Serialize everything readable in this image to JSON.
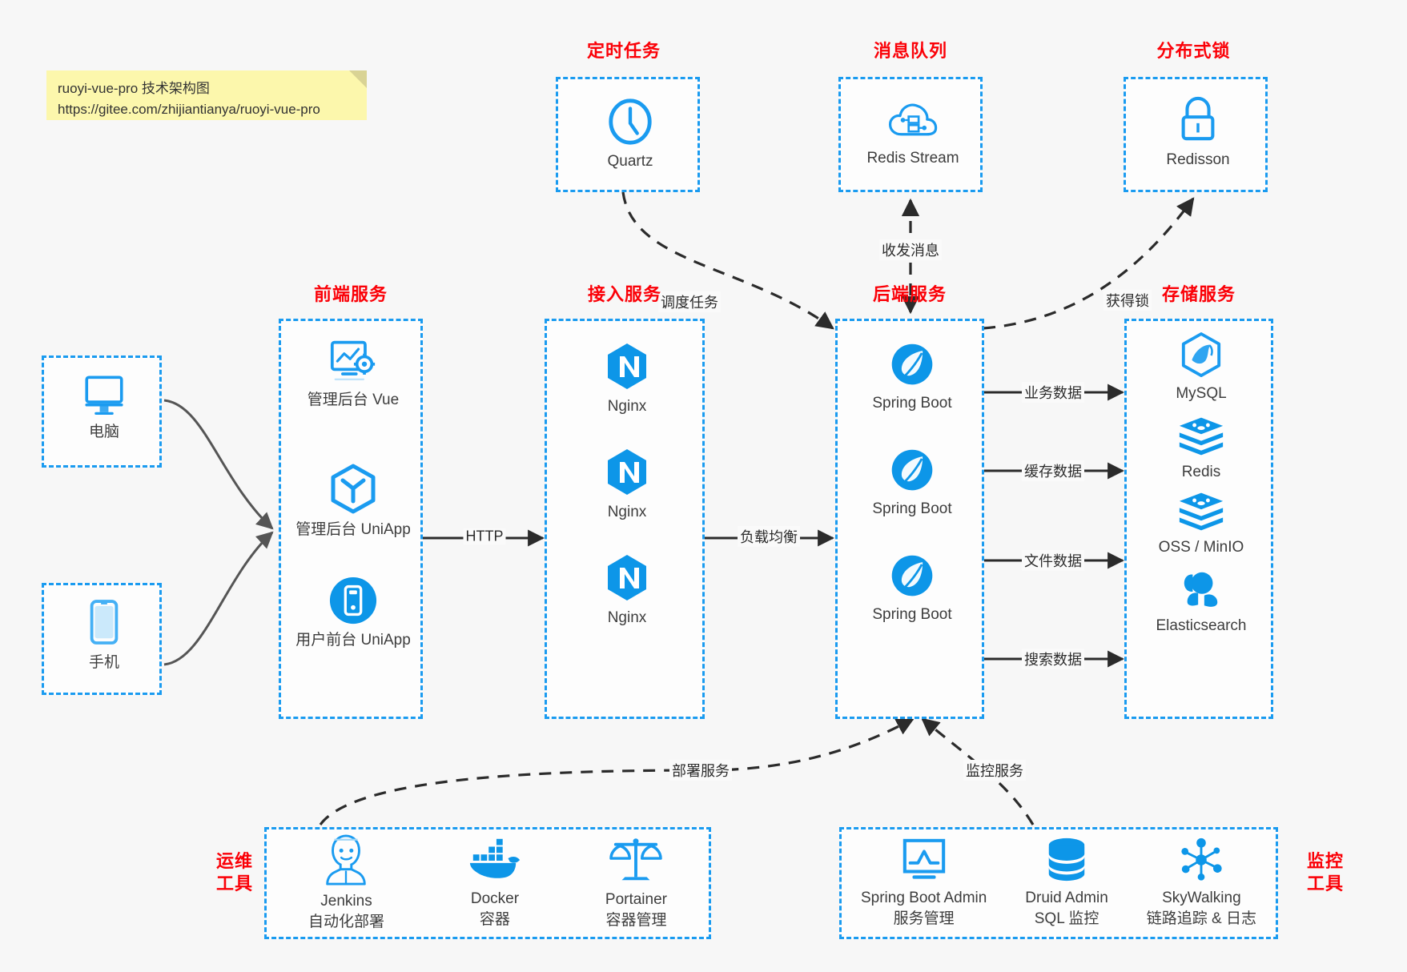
{
  "note": {
    "line1": "ruoyi-vue-pro 技术架构图",
    "line2": "https://gitee.com/zhijiantianya/ruoyi-vue-pro"
  },
  "colors": {
    "accent_blue": "#1a9bf0",
    "title_red": "#fb0007",
    "arrow_gray": "#555555",
    "text_dark": "#3d3d3d",
    "note_yellow": "#fcf7ac",
    "background": "#f7f7f7"
  },
  "groups": {
    "scheduled_tasks": {
      "title": "定时任务",
      "nodes": [
        {
          "label": "Quartz",
          "icon": "clock-icon"
        }
      ]
    },
    "message_queue": {
      "title": "消息队列",
      "nodes": [
        {
          "label": "Redis Stream",
          "icon": "cloud-stream-icon"
        }
      ]
    },
    "distributed_lock": {
      "title": "分布式锁",
      "nodes": [
        {
          "label": "Redisson",
          "icon": "lock-icon"
        }
      ]
    },
    "clients": {
      "nodes": [
        {
          "label": "电脑",
          "icon": "desktop-monitor-icon"
        },
        {
          "label": "手机",
          "icon": "mobile-phone-icon"
        }
      ]
    },
    "frontend": {
      "title": "前端服务",
      "nodes": [
        {
          "label": "管理后台 Vue",
          "icon": "dashboard-settings-icon"
        },
        {
          "label": "管理后台 UniApp",
          "icon": "hexagon-cube-icon"
        },
        {
          "label": "用户前台 UniApp",
          "icon": "mobile-app-circle-icon"
        }
      ]
    },
    "gateway": {
      "title": "接入服务",
      "nodes": [
        {
          "label": "Nginx",
          "icon": "nginx-icon"
        },
        {
          "label": "Nginx",
          "icon": "nginx-icon"
        },
        {
          "label": "Nginx",
          "icon": "nginx-icon"
        }
      ]
    },
    "backend": {
      "title": "后端服务",
      "nodes": [
        {
          "label": "Spring Boot",
          "icon": "spring-boot-icon"
        },
        {
          "label": "Spring Boot",
          "icon": "spring-boot-icon"
        },
        {
          "label": "Spring Boot",
          "icon": "spring-boot-icon"
        }
      ]
    },
    "storage": {
      "title": "存储服务",
      "nodes": [
        {
          "label": "MySQL",
          "icon": "mysql-dolphin-icon"
        },
        {
          "label": "Redis",
          "icon": "redis-stack-icon"
        },
        {
          "label": "OSS / MinIO",
          "icon": "redis-stack-icon"
        },
        {
          "label": "Elasticsearch",
          "icon": "elasticsearch-icon"
        }
      ]
    },
    "ops_tools": {
      "title_line1": "运维",
      "title_line2": "工具",
      "nodes": [
        {
          "label": "Jenkins",
          "sub": "自动化部署",
          "icon": "jenkins-butler-icon"
        },
        {
          "label": "Docker",
          "sub": "容器",
          "icon": "docker-whale-icon"
        },
        {
          "label": "Portainer",
          "sub": "容器管理",
          "icon": "scales-balance-icon"
        }
      ]
    },
    "monitor_tools": {
      "title_line1": "监控",
      "title_line2": "工具",
      "nodes": [
        {
          "label": "Spring Boot Admin",
          "sub": "服务管理",
          "icon": "monitor-chart-icon"
        },
        {
          "label": "Druid Admin",
          "sub": "SQL 监控",
          "icon": "database-cylinder-icon"
        },
        {
          "label": "SkyWalking",
          "sub": "链路追踪 & 日志",
          "icon": "network-nodes-icon"
        }
      ]
    }
  },
  "edges": [
    {
      "id": "edge-http",
      "label": "HTTP"
    },
    {
      "id": "edge-load-balance",
      "label": "负载均衡"
    },
    {
      "id": "edge-schedule-task",
      "label": "调度任务"
    },
    {
      "id": "edge-send-receive-message",
      "label": "收发消息"
    },
    {
      "id": "edge-acquire-lock",
      "label": "获得锁"
    },
    {
      "id": "edge-business-data",
      "label": "业务数据"
    },
    {
      "id": "edge-cache-data",
      "label": "缓存数据"
    },
    {
      "id": "edge-file-data",
      "label": "文件数据"
    },
    {
      "id": "edge-search-data",
      "label": "搜索数据"
    },
    {
      "id": "edge-deploy-service",
      "label": "部署服务"
    },
    {
      "id": "edge-monitor-service",
      "label": "监控服务"
    }
  ]
}
